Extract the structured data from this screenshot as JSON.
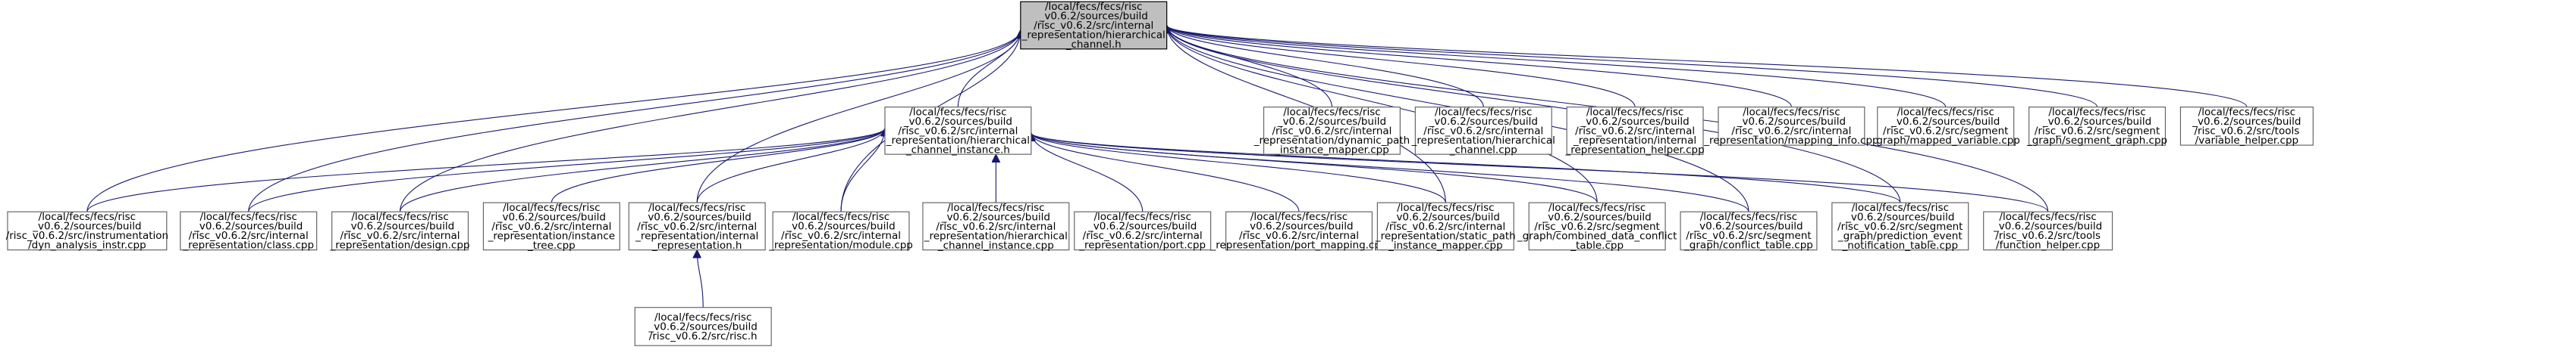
{
  "graph": {
    "nodes": {
      "root": [
        "/local/fecs/fecs/risc",
        "_v0.6.2/sources/build",
        "/risc_v0.6.2/src/internal",
        "_representation/hierarchical",
        "_channel.h"
      ],
      "instance_h": [
        "/local/fecs/fecs/risc",
        "_v0.6.2/sources/build",
        "/risc_v0.6.2/src/internal",
        "_representation/hierarchical",
        "_channel_instance.h"
      ],
      "dynamic_path_mapper": [
        "/local/fecs/fecs/risc",
        "_v0.6.2/sources/build",
        "/risc_v0.6.2/src/internal",
        "_representation/dynamic_path",
        "_instance_mapper.cpp"
      ],
      "hierarchical_channel_cpp": [
        "/local/fecs/fecs/risc",
        "_v0.6.2/sources/build",
        "/risc_v0.6.2/src/internal",
        "_representation/hierarchical",
        "_channel.cpp"
      ],
      "internal_rep_helper": [
        "/local/fecs/fecs/risc",
        "_v0.6.2/sources/build",
        "/risc_v0.6.2/src/internal",
        "_representation/internal",
        "_representation_helper.cpp"
      ],
      "mapping_info": [
        "/local/fecs/fecs/risc",
        "_v0.6.2/sources/build",
        "/risc_v0.6.2/src/internal",
        "_representation/mapping_info.cpp"
      ],
      "mapped_variable": [
        "/local/fecs/fecs/risc",
        "_v0.6.2/sources/build",
        "/risc_v0.6.2/src/segment",
        "_graph/mapped_variable.cpp"
      ],
      "segment_graph": [
        "/local/fecs/fecs/risc",
        "_v0.6.2/sources/build",
        "/risc_v0.6.2/src/segment",
        "_graph/segment_graph.cpp"
      ],
      "variable_helper": [
        "/local/fecs/fecs/risc",
        "_v0.6.2/sources/build",
        "/risc_v0.6.2/src/tools",
        "/variable_helper.cpp"
      ],
      "dyn_analysis": [
        "/local/fecs/fecs/risc",
        "_v0.6.2/sources/build",
        "/risc_v0.6.2/src/instrumentation",
        "/dyn_analysis_instr.cpp"
      ],
      "class_cpp": [
        "/local/fecs/fecs/risc",
        "_v0.6.2/sources/build",
        "/risc_v0.6.2/src/internal",
        "_representation/class.cpp"
      ],
      "design_cpp": [
        "/local/fecs/fecs/risc",
        "_v0.6.2/sources/build",
        "/risc_v0.6.2/src/internal",
        "_representation/design.cpp"
      ],
      "instance_tree": [
        "/local/fecs/fecs/risc",
        "_v0.6.2/sources/build",
        "/risc_v0.6.2/src/internal",
        "_representation/instance",
        "_tree.cpp"
      ],
      "internal_rep_h": [
        "/local/fecs/fecs/risc",
        "_v0.6.2/sources/build",
        "/risc_v0.6.2/src/internal",
        "_representation/internal",
        "_representation.h"
      ],
      "module_cpp": [
        "/local/fecs/fecs/risc",
        "_v0.6.2/sources/build",
        "/risc_v0.6.2/src/internal",
        "_representation/module.cpp"
      ],
      "instance_cpp": [
        "/local/fecs/fecs/risc",
        "_v0.6.2/sources/build",
        "/risc_v0.6.2/src/internal",
        "_representation/hierarchical",
        "_channel_instance.cpp"
      ],
      "port_cpp": [
        "/local/fecs/fecs/risc",
        "_v0.6.2/sources/build",
        "/risc_v0.6.2/src/internal",
        "_representation/port.cpp"
      ],
      "port_mapping": [
        "/local/fecs/fecs/risc",
        "_v0.6.2/sources/build",
        "/risc_v0.6.2/src/internal",
        "_representation/port_mapping.cpp"
      ],
      "static_path_mapper": [
        "/local/fecs/fecs/risc",
        "_v0.6.2/sources/build",
        "/risc_v0.6.2/src/internal",
        "_representation/static_path",
        "_instance_mapper.cpp"
      ],
      "combined_conflict": [
        "/local/fecs/fecs/risc",
        "_v0.6.2/sources/build",
        "/risc_v0.6.2/src/segment",
        "_graph/combined_data_conflict",
        "_table.cpp"
      ],
      "conflict_table": [
        "/local/fecs/fecs/risc",
        "_v0.6.2/sources/build",
        "/risc_v0.6.2/src/segment",
        "_graph/conflict_table.cpp"
      ],
      "prediction_event": [
        "/local/fecs/fecs/risc",
        "_v0.6.2/sources/build",
        "/risc_v0.6.2/src/segment",
        "_graph/prediction_event",
        "_notification_table.cpp"
      ],
      "function_helper": [
        "/local/fecs/fecs/risc",
        "_v0.6.2/sources/build",
        "/risc_v0.6.2/src/tools",
        "/function_helper.cpp"
      ],
      "risc_h": [
        "/local/fecs/fecs/risc",
        "_v0.6.2/sources/build",
        "/risc_v0.6.2/src/risc.h"
      ]
    }
  }
}
